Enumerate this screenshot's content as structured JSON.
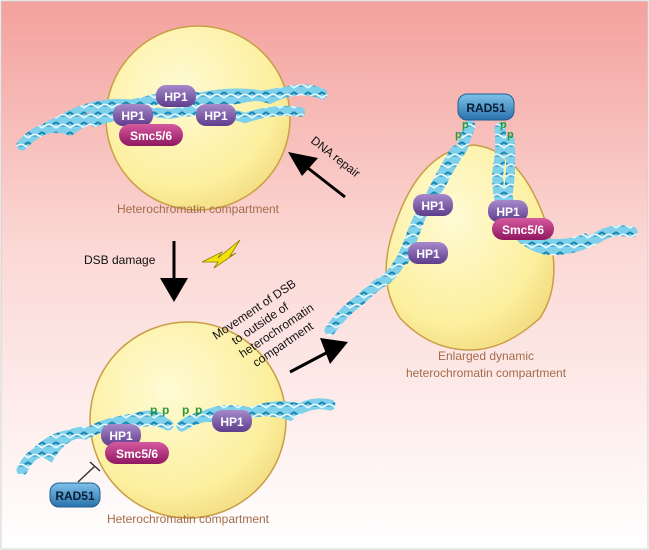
{
  "colors": {
    "background_top": "#f3a3a0",
    "background_bottom": "#ffffff",
    "nucleus_fill": "#fbf0a0",
    "nucleus_stroke": "#c9a24a",
    "dna": "#4fb9d9",
    "dna_dark": "#1d7fa6",
    "hp1": "#7b4fa3",
    "smc": "#b8247a",
    "rad51": "#2f84c2",
    "phospho": "#2a9a3a",
    "compartment_label": "#a36b4a"
  },
  "compartments": {
    "top_label": "Heterochromatin compartment",
    "bottom_label": "Heterochromatin compartment",
    "enlarged_label_line1": "Enlarged dynamic",
    "enlarged_label_line2": "heterochromatin compartment"
  },
  "arrows": {
    "dna_repair": "DNA repair",
    "dsb_damage": "DSB damage",
    "movement_line1": "Movement of DSB",
    "movement_line2": "to outside of",
    "movement_line3": "heterochromatin",
    "movement_line4": "compartment"
  },
  "proteins": {
    "hp1": "HP1",
    "smc": "Smc5/6",
    "rad51": "RAD51",
    "phospho": "p"
  },
  "icons": {
    "damage": "lightning-bolt-icon",
    "arrow": "filled-arrow-icon"
  }
}
